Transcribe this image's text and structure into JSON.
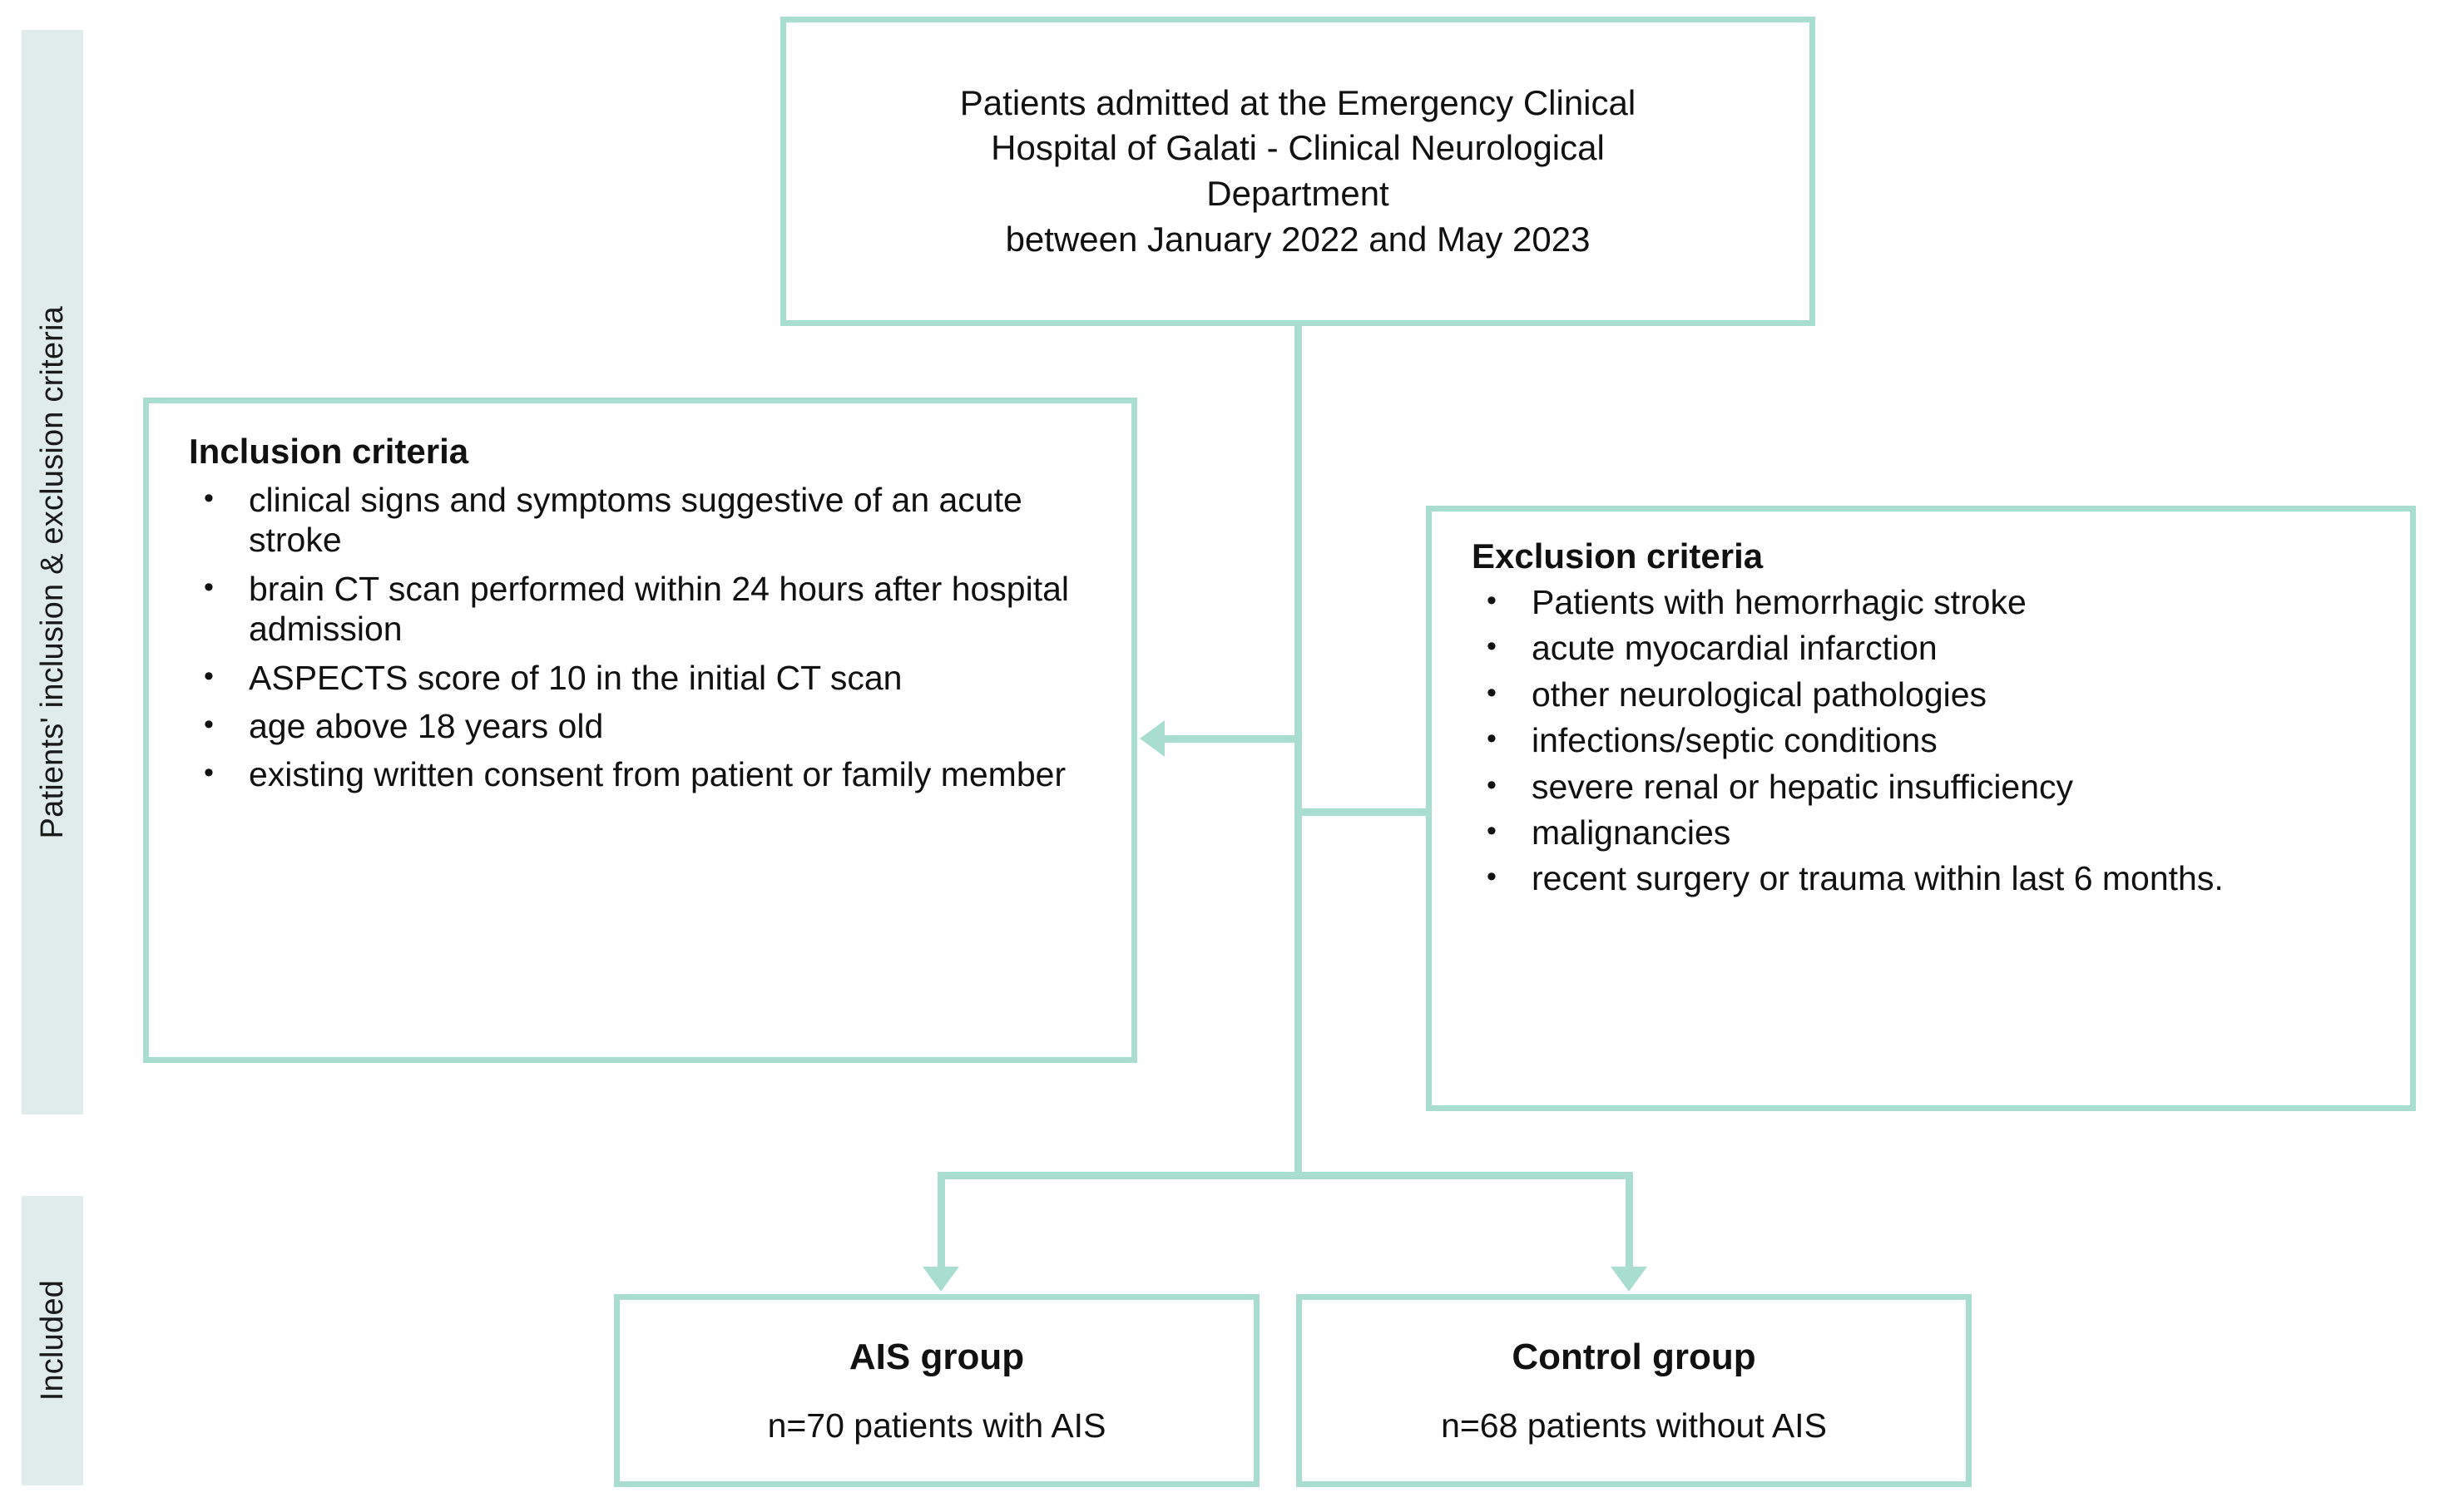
{
  "phases": {
    "criteria_label": "Patients' inclusion & exclusion criteria",
    "included_label": "Included"
  },
  "source_box": {
    "line1": "Patients admitted at the Emergency Clinical",
    "line2": "Hospital of Galati - Clinical Neurological",
    "line3": "Department",
    "line4": "between January 2022 and May 2023"
  },
  "inclusion": {
    "title": "Inclusion criteria",
    "bullet_glyph": "•",
    "items": [
      "clinical signs and symptoms suggestive of an acute stroke",
      "brain CT scan performed within 24 hours after hospital admission",
      "ASPECTS score of 10 in the initial CT scan",
      "age above 18 years old",
      "existing written consent from patient or family member"
    ]
  },
  "exclusion": {
    "title": "Exclusion criteria",
    "bullet_glyph": "•",
    "items": [
      "Patients with hemorrhagic stroke",
      "acute myocardial infarction",
      "other neurological pathologies",
      "infections/septic conditions",
      "severe renal or hepatic insufficiency",
      "malignancies",
      "recent surgery or trauma within last 6 months."
    ]
  },
  "outcomes": {
    "ais": {
      "title": "AIS group",
      "subtitle": "n=70 patients with AIS"
    },
    "control": {
      "title": "Control group",
      "subtitle": "n=68 patients without AIS"
    }
  },
  "colors": {
    "accent": "#a9ddd0",
    "band": "#dfeceb",
    "text": "#111111",
    "background": "#ffffff"
  }
}
